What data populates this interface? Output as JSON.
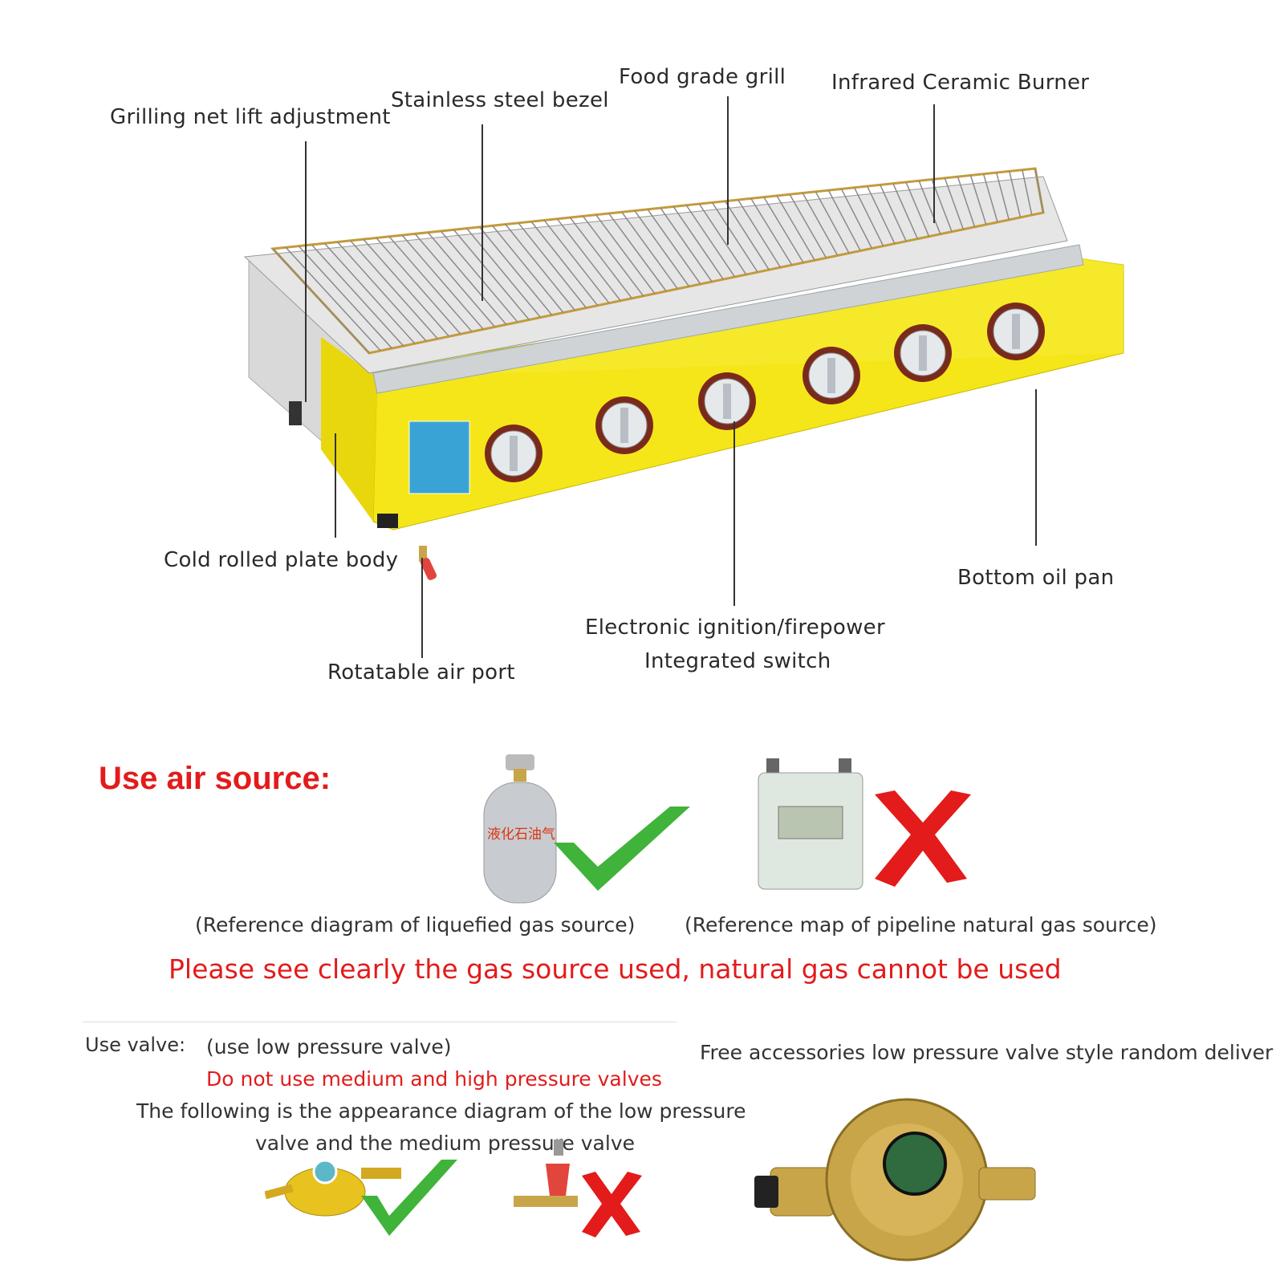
{
  "callouts": {
    "grilling_net": "Grilling net lift adjustment",
    "bezel": "Stainless steel bezel",
    "food_grill": "Food grade grill",
    "burner": "Infrared Ceramic Burner",
    "body": "Cold rolled plate body",
    "air_port": "Rotatable air port",
    "ignition_line1": "Electronic ignition/firepower",
    "ignition_line2": "Integrated switch",
    "oil_pan": "Bottom oil pan"
  },
  "air_source": {
    "heading": "Use air source:",
    "lpg_caption": "(Reference diagram of liquefied gas source)",
    "natural_caption": "(Reference map of pipeline natural gas source)",
    "warning": "Please see clearly the gas source used, natural gas cannot be used",
    "tank_label": "液化石油气"
  },
  "valve": {
    "label": "Use valve:",
    "low": "(use low pressure valve)",
    "warning": "Do not use medium and high pressure valves",
    "desc_line1": "The following is the appearance diagram of the low pressure",
    "desc_line2": "valve and the medium pressure valve",
    "free": "Free accessories low pressure valve style random deliver"
  },
  "colors": {
    "grill_yellow": "#f5e61a",
    "warning_red": "#e31b1b",
    "check_green": "#3fb33a",
    "brass": "#c9a54a"
  }
}
